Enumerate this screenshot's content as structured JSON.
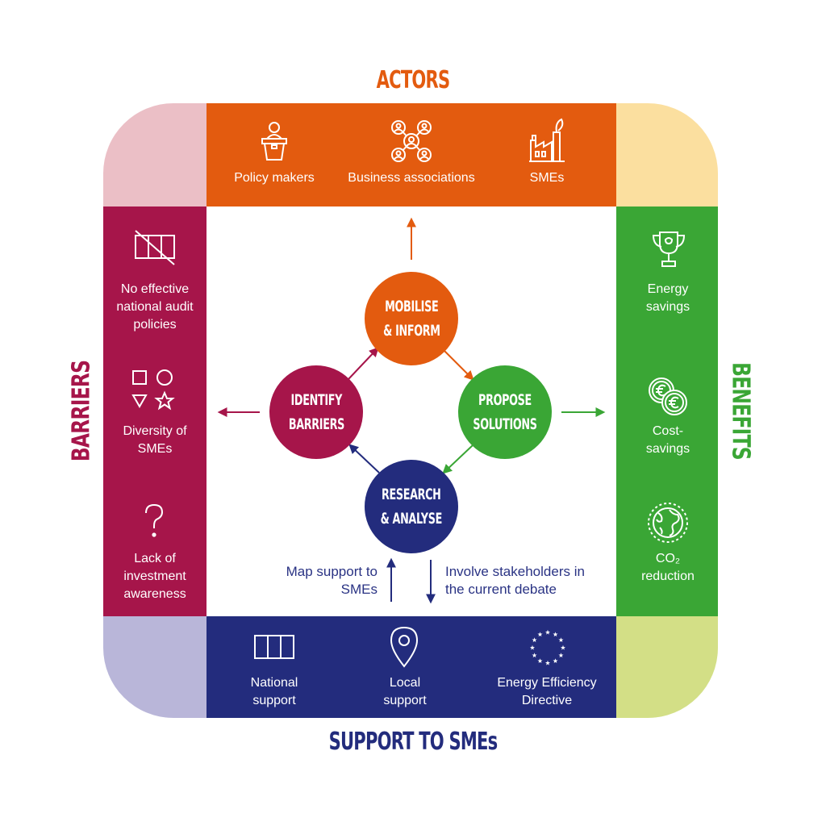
{
  "titles": {
    "actors": "ACTORS",
    "barriers": "BARRIERS",
    "benefits": "BENEFITS",
    "support": "SUPPORT TO SMEs"
  },
  "actors": [
    {
      "label": "Policy makers",
      "icon": "podium-speaker-icon"
    },
    {
      "label": "Business associations",
      "icon": "network-people-icon"
    },
    {
      "label": "SMEs",
      "icon": "factory-leaf-icon"
    }
  ],
  "barriers": [
    {
      "label": "No effective national audit policies",
      "icon": "crossed-table-icon"
    },
    {
      "label": "Diversity of SMEs",
      "icon": "shapes-icon"
    },
    {
      "label": "Lack of investment awareness",
      "icon": "question-mark-icon"
    }
  ],
  "benefits": [
    {
      "label": "Energy savings",
      "icon": "trophy-icon"
    },
    {
      "label": "Cost-savings",
      "icon": "euro-coins-icon"
    },
    {
      "label": "CO₂ reduction",
      "icon": "globe-icon"
    }
  ],
  "support_items": [
    {
      "label": "National support",
      "icon": "table-grid-icon"
    },
    {
      "label": "Local support",
      "icon": "location-pin-icon"
    },
    {
      "label": "Energy Efficiency Directive",
      "icon": "eu-stars-icon"
    }
  ],
  "cycle": {
    "mobilise": [
      "MOBILISE",
      "& INFORM"
    ],
    "propose": [
      "PROPOSE",
      "SOLUTIONS"
    ],
    "research": [
      "RESEARCH",
      "& ANALYSE"
    ],
    "identify": [
      "IDENTIFY",
      "BARRIERS"
    ]
  },
  "flows": {
    "map_support": "Map support to SMEs",
    "involve": "Involve stakeholders in the current debate"
  },
  "colors": {
    "orange": "#e35b0f",
    "crimson": "#a6154a",
    "green": "#3aa635",
    "navy": "#232c7d",
    "pink_corner": "#ebbfc6",
    "yellow_corner": "#fbdf9f",
    "lavender_corner": "#b9b6d9",
    "lime_corner": "#d3df86"
  }
}
